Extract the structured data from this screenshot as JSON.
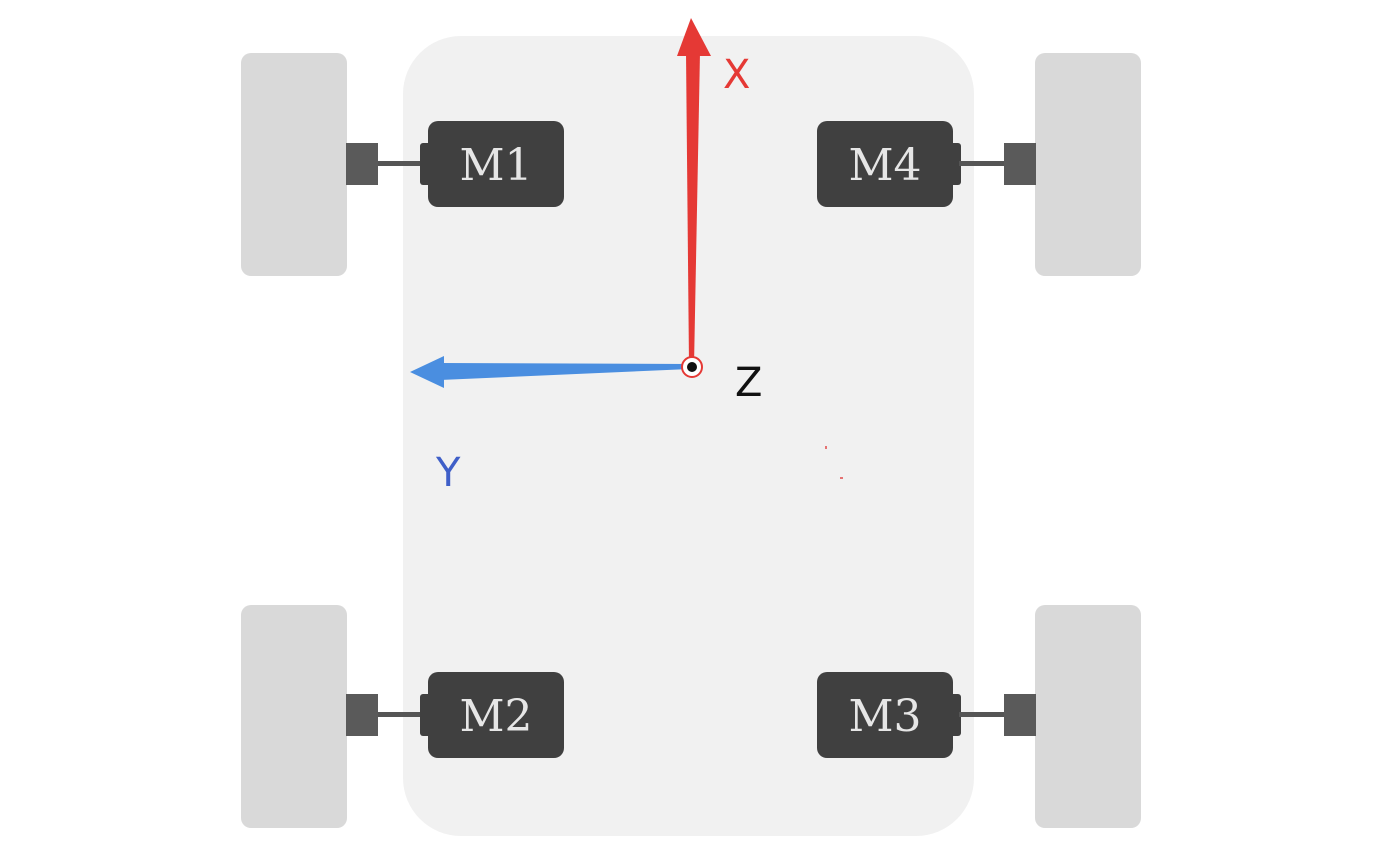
{
  "motors": {
    "m1": "M1",
    "m2": "M2",
    "m3": "M3",
    "m4": "M4"
  },
  "axes": {
    "x": {
      "label": "X",
      "color": "#e53935"
    },
    "y": {
      "label": "Y",
      "color": "#3f5fc8",
      "arrow_color": "#4a8ee0"
    },
    "z": {
      "label": "Z",
      "color": "#111111"
    }
  },
  "colors": {
    "chassis": "#f1f1f1",
    "wheel": "#d9d9d9",
    "motor": "#404040",
    "shaft": "#555555",
    "coupler": "#5a5a5a"
  }
}
